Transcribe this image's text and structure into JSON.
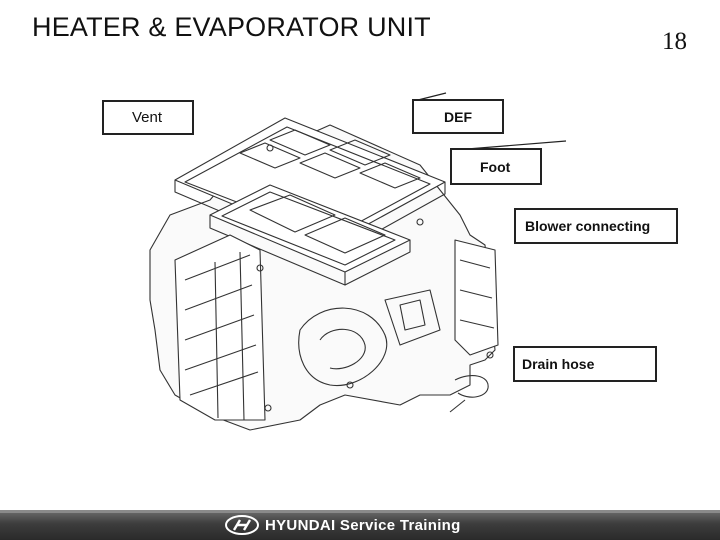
{
  "page": {
    "title": "HEATER & EVAPORATOR UNIT",
    "page_number": "18"
  },
  "callouts": {
    "vent": "Vent",
    "def": "DEF",
    "foot": "Foot",
    "blower": "Blower connecting",
    "drain": "Drain hose"
  },
  "footer": {
    "brand": "HYUNDAI Service Training",
    "logo_icon": "hyundai-h-logo-icon"
  }
}
